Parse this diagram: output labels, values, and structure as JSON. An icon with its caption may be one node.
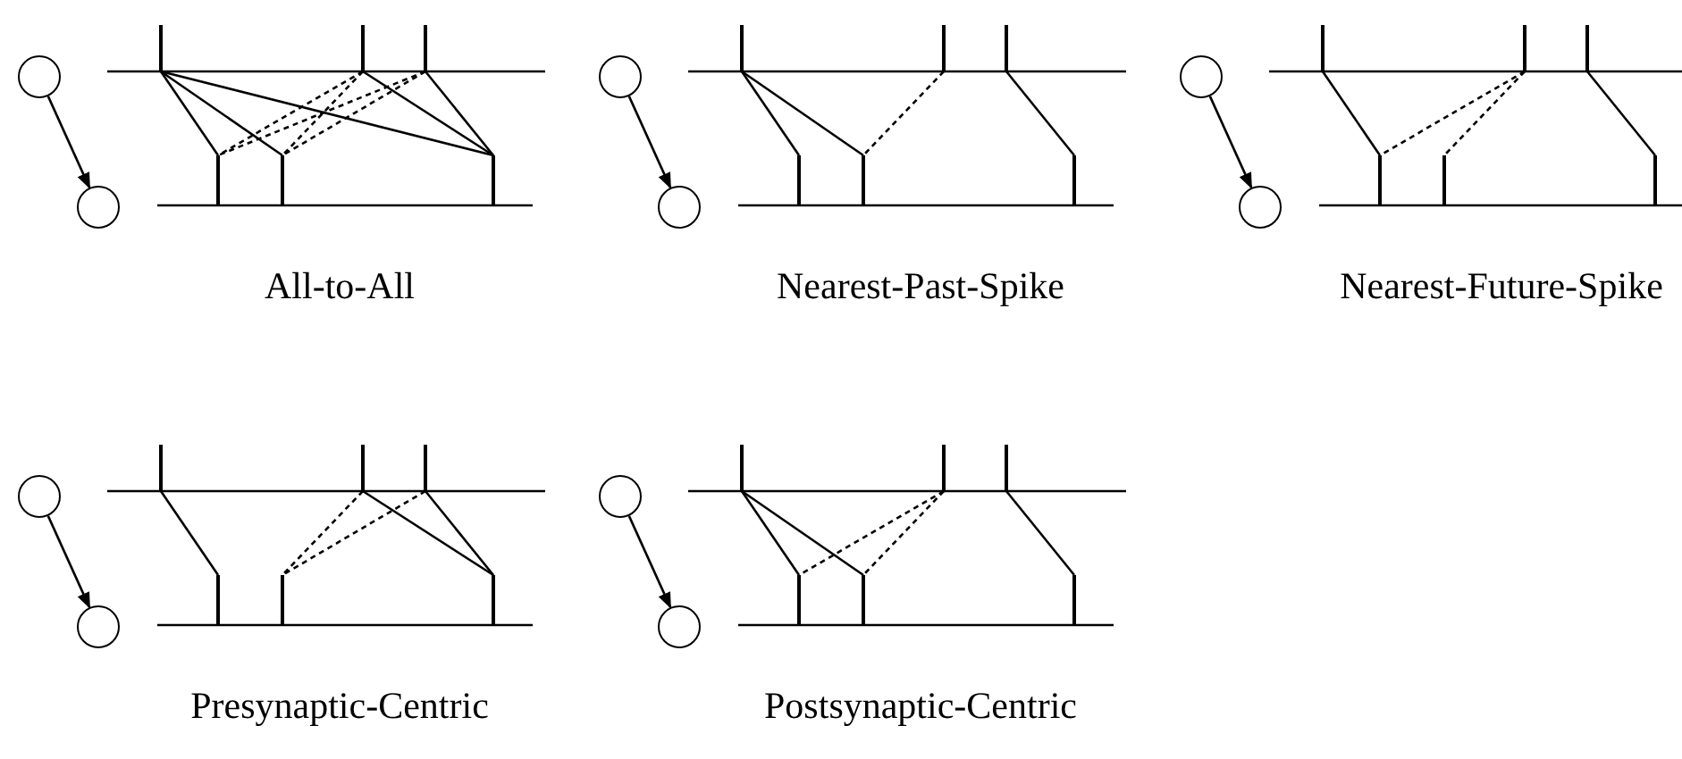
{
  "diagram": {
    "nodes": [
      {
        "text": [],
        "shape": "circle"
      },
      {
        "text": [],
        "shape": "circle"
      },
      {
        "text": [],
        "shape": "circle"
      },
      {
        "text": [],
        "shape": "circle"
      },
      {
        "text": [],
        "shape": "circle"
      },
      {
        "text": [],
        "shape": "circle"
      },
      {
        "text": [],
        "shape": "circle"
      },
      {
        "text": [],
        "shape": "circle"
      },
      {
        "text": [],
        "shape": "circle"
      },
      {
        "text": [],
        "shape": "circle"
      }
    ],
    "edges": [
      {
        "from": 0,
        "to": 1,
        "arrow": "to"
      },
      {
        "from": 2,
        "to": 3,
        "arrow": "to"
      },
      {
        "from": 4,
        "to": 5,
        "arrow": "to"
      },
      {
        "from": 6,
        "to": 7,
        "arrow": "to"
      },
      {
        "from": 8,
        "to": 9,
        "arrow": "to"
      }
    ],
    "labels": [
      "All-to-All",
      "Nearest-Past-Spike",
      "Nearest-Future-Spike",
      "Presynaptic-Centric",
      "Postsynaptic-Centric"
    ]
  }
}
